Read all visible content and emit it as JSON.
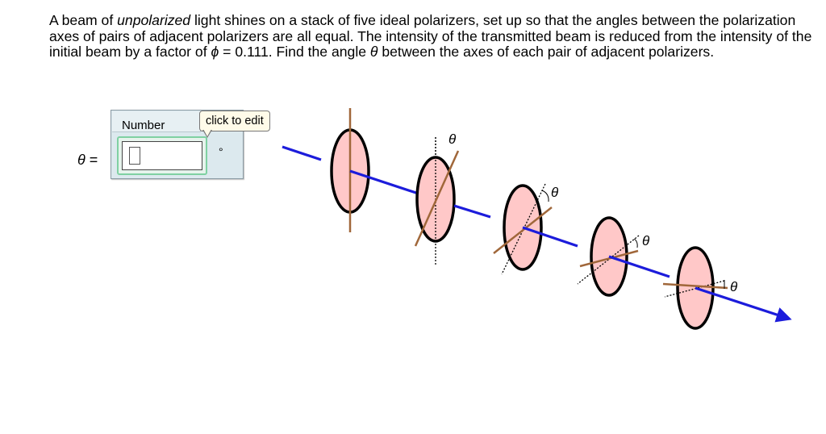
{
  "problem": {
    "text_1": "A beam of ",
    "text_emphasis": "unpolarized",
    "text_2": " light shines on a stack of five ideal polarizers, set up so that the angles between the polarization axes of pairs of adjacent polarizers are all equal. The intensity of the transmitted beam is reduced from the intensity of the initial beam by a factor of ",
    "phi_symbol": "ϕ",
    "text_3": " = 0.111. Find the angle ",
    "theta_symbol": "θ",
    "text_4": " between the axes of each pair of adjacent polarizers."
  },
  "answer": {
    "variable": "θ",
    "equals": " =",
    "unit_selector_label": "Number",
    "value": "",
    "unit": "°",
    "tooltip": "click to edit"
  },
  "diagram": {
    "angle_label": "θ",
    "beam_color": "#1c1cdb",
    "lens_fill": "#ffc8c8",
    "lens_stroke": "#000000",
    "axis_color": "#a0673a"
  }
}
